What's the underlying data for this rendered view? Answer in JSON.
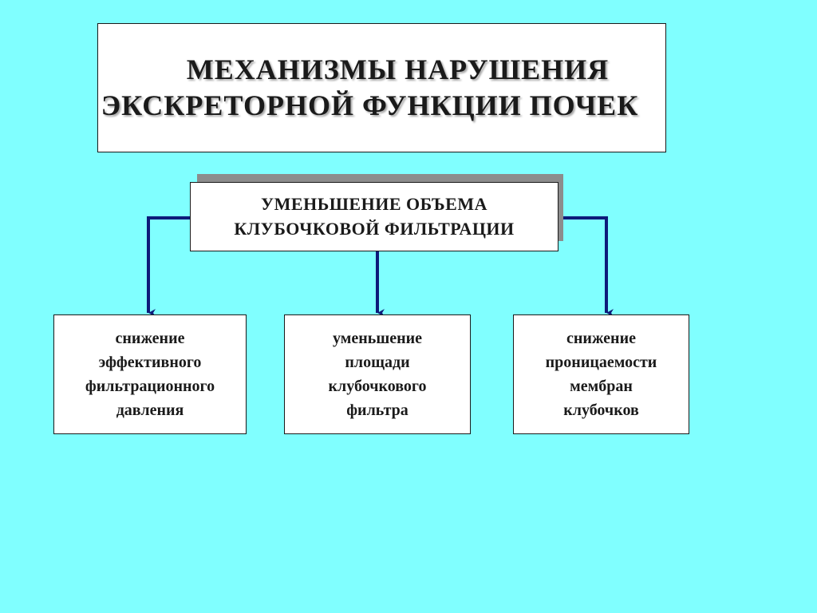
{
  "colors": {
    "background": "#80ffff",
    "connector": "#0d1b7a",
    "box_shadow": "#8c8c8c"
  },
  "title": {
    "line1": "МЕХАНИЗМЫ НАРУШЕНИЯ",
    "line2": "ЭКСКРЕТОРНОЙ ФУНКЦИИ ПОЧЕК"
  },
  "center": {
    "line1": "УМЕНЬШЕНИЕ ОБЪЕМА",
    "line2": "КЛУБОЧКОВОЙ ФИЛЬТРАЦИИ"
  },
  "children": [
    {
      "lines": [
        "снижение",
        "эффективного",
        "фильтрационного",
        "давления"
      ]
    },
    {
      "lines": [
        "уменьшение",
        "площади",
        "клубочкового",
        "фильтра"
      ]
    },
    {
      "lines": [
        "снижение",
        "проницаемости",
        "мембран",
        "клубочков"
      ]
    }
  ]
}
